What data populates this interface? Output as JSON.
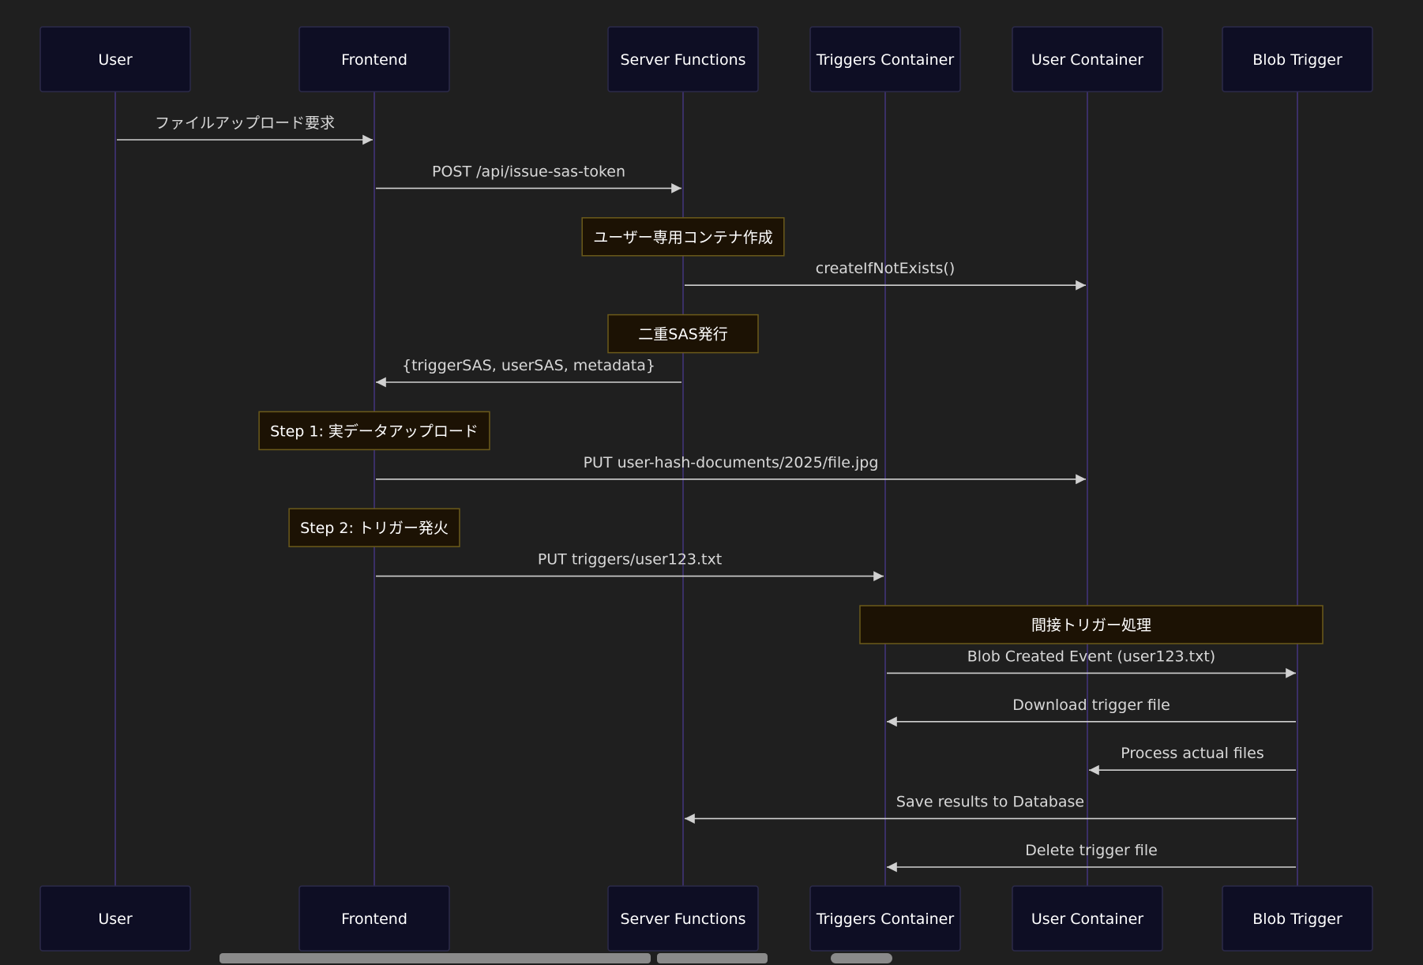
{
  "colors": {
    "background": "#1f1f1f",
    "participant_fill": "#0e0e24",
    "participant_stroke": "#2c2a4a",
    "participant_text": "#ffffff",
    "lifeline": "#3a2f66",
    "message_line": "#d0d0d0",
    "message_text": "#d8d8d8",
    "note_fill": "#1c1204",
    "note_stroke": "#6b5a1a",
    "note_text": "#ffffff",
    "scrollbar": "#8a8a8a"
  },
  "participants": [
    {
      "id": "user",
      "label": "User"
    },
    {
      "id": "frontend",
      "label": "Frontend"
    },
    {
      "id": "server",
      "label": "Server Functions"
    },
    {
      "id": "triggers",
      "label": "Triggers Container"
    },
    {
      "id": "usercontainer",
      "label": "User Container"
    },
    {
      "id": "blob",
      "label": "Blob Trigger"
    }
  ],
  "events": [
    {
      "kind": "message",
      "from": "user",
      "to": "frontend",
      "label": "ファイルアップロード要求"
    },
    {
      "kind": "message",
      "from": "frontend",
      "to": "server",
      "label": "POST /api/issue-sas-token"
    },
    {
      "kind": "note",
      "over": [
        "server"
      ],
      "label": "ユーザー専用コンテナ作成"
    },
    {
      "kind": "message",
      "from": "server",
      "to": "usercontainer",
      "label": "createIfNotExists()"
    },
    {
      "kind": "note",
      "over": [
        "server"
      ],
      "label": "二重SAS発行"
    },
    {
      "kind": "message",
      "from": "server",
      "to": "frontend",
      "label": "{triggerSAS, userSAS, metadata}"
    },
    {
      "kind": "note",
      "over": [
        "frontend"
      ],
      "label": "Step 1: 実データアップロード"
    },
    {
      "kind": "message",
      "from": "frontend",
      "to": "usercontainer",
      "label": "PUT user-hash-documents/2025/file.jpg"
    },
    {
      "kind": "note",
      "over": [
        "frontend"
      ],
      "label": "Step 2: トリガー発火"
    },
    {
      "kind": "message",
      "from": "frontend",
      "to": "triggers",
      "label": "PUT triggers/user123.txt"
    },
    {
      "kind": "note",
      "over": [
        "triggers",
        "blob"
      ],
      "label": "間接トリガー処理"
    },
    {
      "kind": "message",
      "from": "triggers",
      "to": "blob",
      "label": "Blob Created Event (user123.txt)"
    },
    {
      "kind": "message",
      "from": "blob",
      "to": "triggers",
      "label": "Download trigger file"
    },
    {
      "kind": "message",
      "from": "blob",
      "to": "usercontainer",
      "label": "Process actual files"
    },
    {
      "kind": "message",
      "from": "blob",
      "to": "server",
      "label": "Save results to Database"
    },
    {
      "kind": "message",
      "from": "blob",
      "to": "triggers",
      "label": "Delete trigger file"
    }
  ]
}
